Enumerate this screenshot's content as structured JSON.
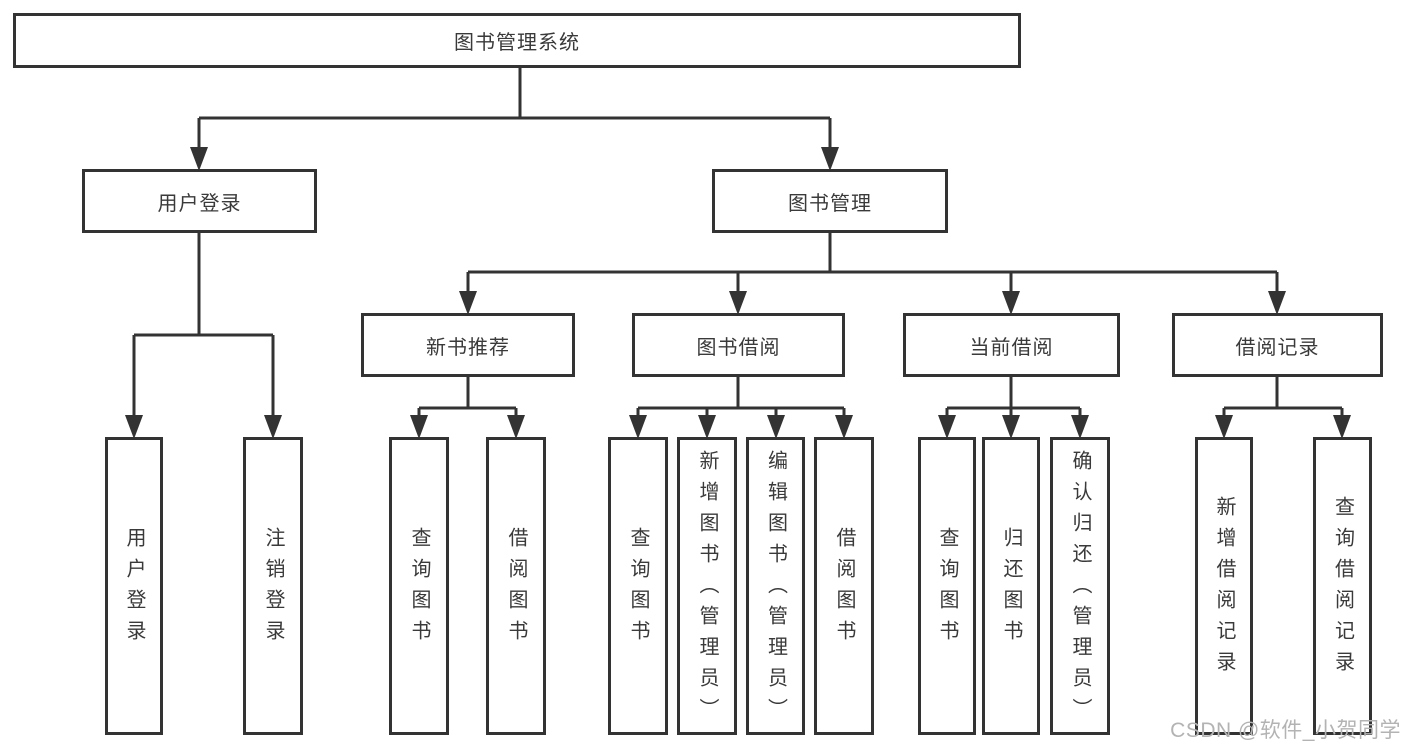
{
  "diagram": {
    "root": {
      "label": "图书管理系统"
    },
    "branches": [
      {
        "label": "用户登录",
        "leaves": [
          {
            "label": "用户登录"
          },
          {
            "label": "注销登录"
          }
        ]
      },
      {
        "label": "图书管理",
        "groups": [
          {
            "label": "新书推荐",
            "leaves": [
              {
                "label": "查询图书"
              },
              {
                "label": "借阅图书"
              }
            ]
          },
          {
            "label": "图书借阅",
            "leaves": [
              {
                "label": "查询图书"
              },
              {
                "label": "新增图书（管理员）"
              },
              {
                "label": "编辑图书（管理员）"
              },
              {
                "label": "借阅图书"
              }
            ]
          },
          {
            "label": "当前借阅",
            "leaves": [
              {
                "label": "查询图书"
              },
              {
                "label": "归还图书"
              },
              {
                "label": "确认归还（管理员）"
              }
            ]
          },
          {
            "label": "借阅记录",
            "leaves": [
              {
                "label": "新增借阅记录"
              },
              {
                "label": "查询借阅记录"
              }
            ]
          }
        ]
      }
    ]
  },
  "watermark": {
    "text": "CSDN @软件_小贺同学"
  },
  "colors": {
    "line": "#333333",
    "text": "#3a3a3a",
    "watermark": "#b3b3b3",
    "background": "#ffffff"
  }
}
